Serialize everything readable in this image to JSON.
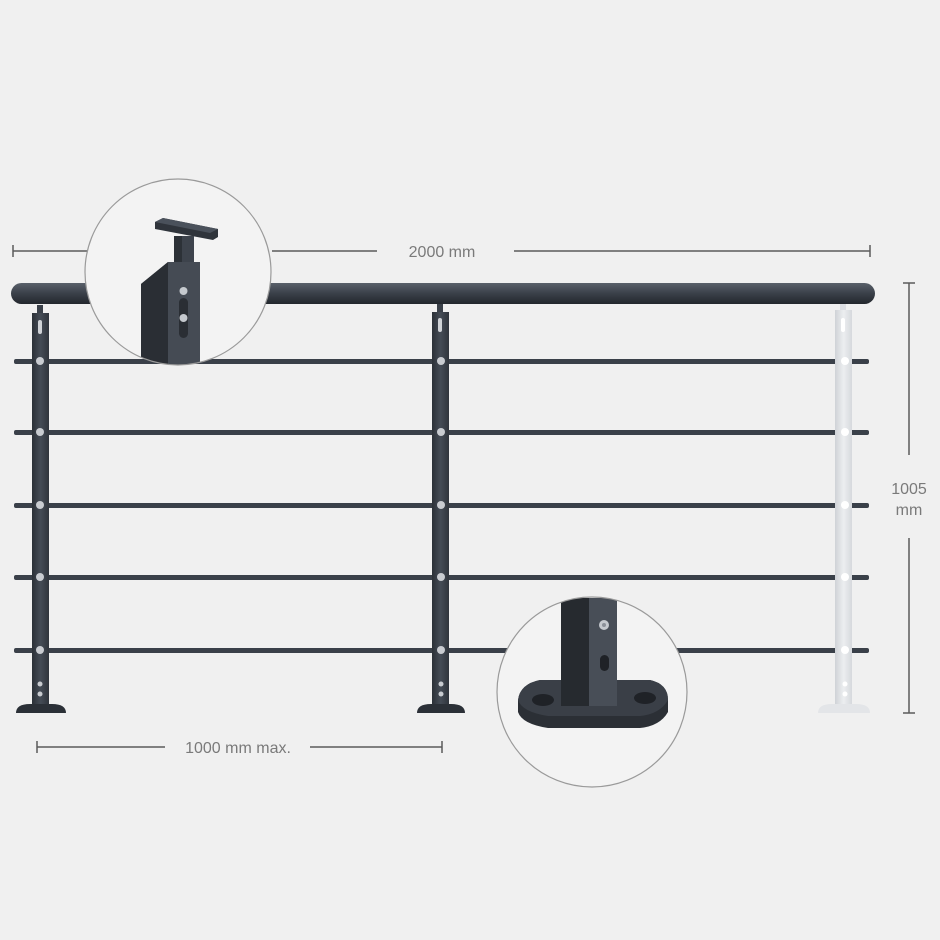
{
  "dimensions": {
    "width_label": "2000 mm",
    "height_label_line1": "1005",
    "height_label_line2": "mm",
    "spacing_label": "1000 mm max."
  },
  "colors": {
    "background": "#f0f0f0",
    "rail": "#3a4049",
    "post_dark": "#3b414a",
    "post_light": "#dcdee2",
    "dimension_line": "#5a5a5a",
    "detail_ring": "#9a9a9a"
  },
  "details": {
    "top": "handrail-bracket-detail",
    "bottom": "base-plate-detail"
  }
}
